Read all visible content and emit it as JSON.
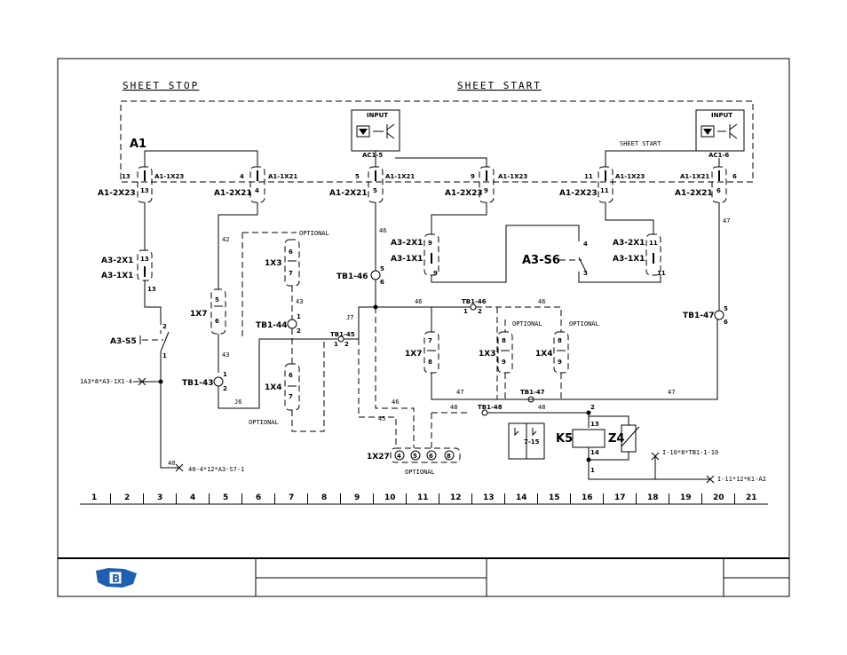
{
  "headers": {
    "sheet_stop": "SHEET STOP",
    "sheet_start": "SHEET START"
  },
  "module_label": "A1",
  "inputs": [
    {
      "title": "INPUT",
      "label": "AC1-5"
    },
    {
      "title": "INPUT",
      "label": "AC1-6"
    }
  ],
  "sheet_start_small": "SHEET START",
  "connectors": {
    "c1": {
      "left": "13",
      "mid": "A1-1X23",
      "pin": "13",
      "name": "A1-2X23"
    },
    "c2": {
      "left": "4",
      "mid": "A1-1X21",
      "pin": "4",
      "name": "A1-2X21"
    },
    "c3": {
      "left": "5",
      "mid": "A1-1X21",
      "pin": "5",
      "name": "A1-2X21"
    },
    "c4": {
      "left": "9",
      "mid": "A1-1X23",
      "pin": "9",
      "name": "A1-2X23"
    },
    "c5": {
      "left": "11",
      "mid": "A1-1X23",
      "pin": "11",
      "name": "A1-2X23"
    },
    "c6": {
      "right": "6",
      "mid": "A1-1X21",
      "pin": "6",
      "name": "A1-2X21"
    }
  },
  "a3_left": {
    "top": "A3-2X1",
    "bottom": "A3-1X1",
    "pin_top": "13",
    "pin_bottom": "13",
    "switch": "A3-S5",
    "sw_top": "2",
    "sw_bottom": "1"
  },
  "a3_mid": {
    "top": "A3-2X1",
    "bottom": "A3-1X1",
    "pin_top": "9",
    "pin_bottom": "9"
  },
  "a3_right": {
    "top": "A3-2X1",
    "bottom": "A3-1X1",
    "pin_top": "11",
    "pin_bottom": "11",
    "switch": "A3-S6",
    "sw_top": "4",
    "sw_bottom": "3"
  },
  "wires": [
    "42",
    "43",
    "43",
    "46",
    "46",
    "46",
    "47",
    "47",
    "47",
    "45",
    "46",
    "48",
    "48",
    "J7",
    "J6",
    "40"
  ],
  "terminals": {
    "tb143": "TB1-43",
    "tb144": "TB1-44",
    "tb145": "TB1-45",
    "tb146": "TB1-46",
    "tb146b": "TB1-46",
    "tb147": "TB1-47",
    "tb147b": "TB1-47",
    "tb148": "TB1-48"
  },
  "plugs": {
    "p1x7a": "1X7",
    "p1x3a": "1X3",
    "p1x4a": "1X4",
    "p1x7b": "1X7",
    "p1x3b": "1X3",
    "p1x4b": "1X4",
    "p1x27": "1X27"
  },
  "optional": "OPTIONAL",
  "relay": {
    "coil": "K5",
    "suppressor": "Z4",
    "contact_ref": "7-15",
    "p2": "2",
    "p13": "13",
    "p14": "14",
    "p1": "1"
  },
  "refs": {
    "ref_left": "1A3*8*A3-1X1-4",
    "ref_bottom": "40-4*12*A3-S7-1",
    "ref_r1": "I-10*8*TB1-1-10",
    "ref_r2": "I-11*12*K1-A2"
  },
  "ruler": [
    "1",
    "2",
    "3",
    "4",
    "5",
    "6",
    "7",
    "8",
    "9",
    "10",
    "11",
    "12",
    "13",
    "14",
    "15",
    "16",
    "17",
    "18",
    "19",
    "20",
    "21"
  ],
  "logo": "B"
}
